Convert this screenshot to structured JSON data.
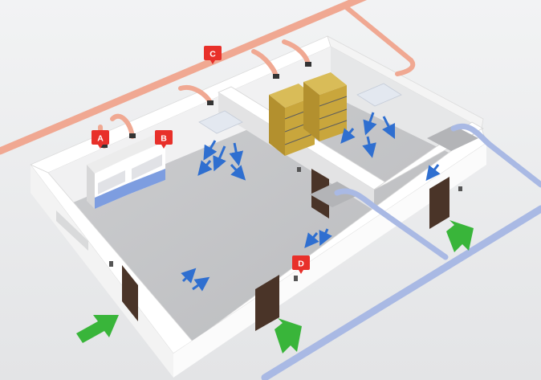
{
  "markers": [
    {
      "id": "A",
      "label": "A"
    },
    {
      "id": "B",
      "label": "B"
    },
    {
      "id": "C",
      "label": "C"
    },
    {
      "id": "D",
      "label": "D"
    }
  ],
  "colors": {
    "exhaust_duct": "#f0a892",
    "supply_duct": "#a9b9e4",
    "marker": "#e8302a",
    "inflow_arrow": "#39b53a",
    "airflow_arrow": "#2f6fd0",
    "floor": "#c4c5c8",
    "wall": "#f6f6f6",
    "door": "#4a3428",
    "fume_hood_blue": "#7d9de0",
    "rack": "#c9a63c"
  },
  "icons": [
    "exhaust-duct",
    "supply-duct",
    "fume-hood",
    "storage-rack",
    "ceiling-diffuser",
    "door",
    "green-inflow-arrow",
    "blue-airflow-arrow"
  ]
}
